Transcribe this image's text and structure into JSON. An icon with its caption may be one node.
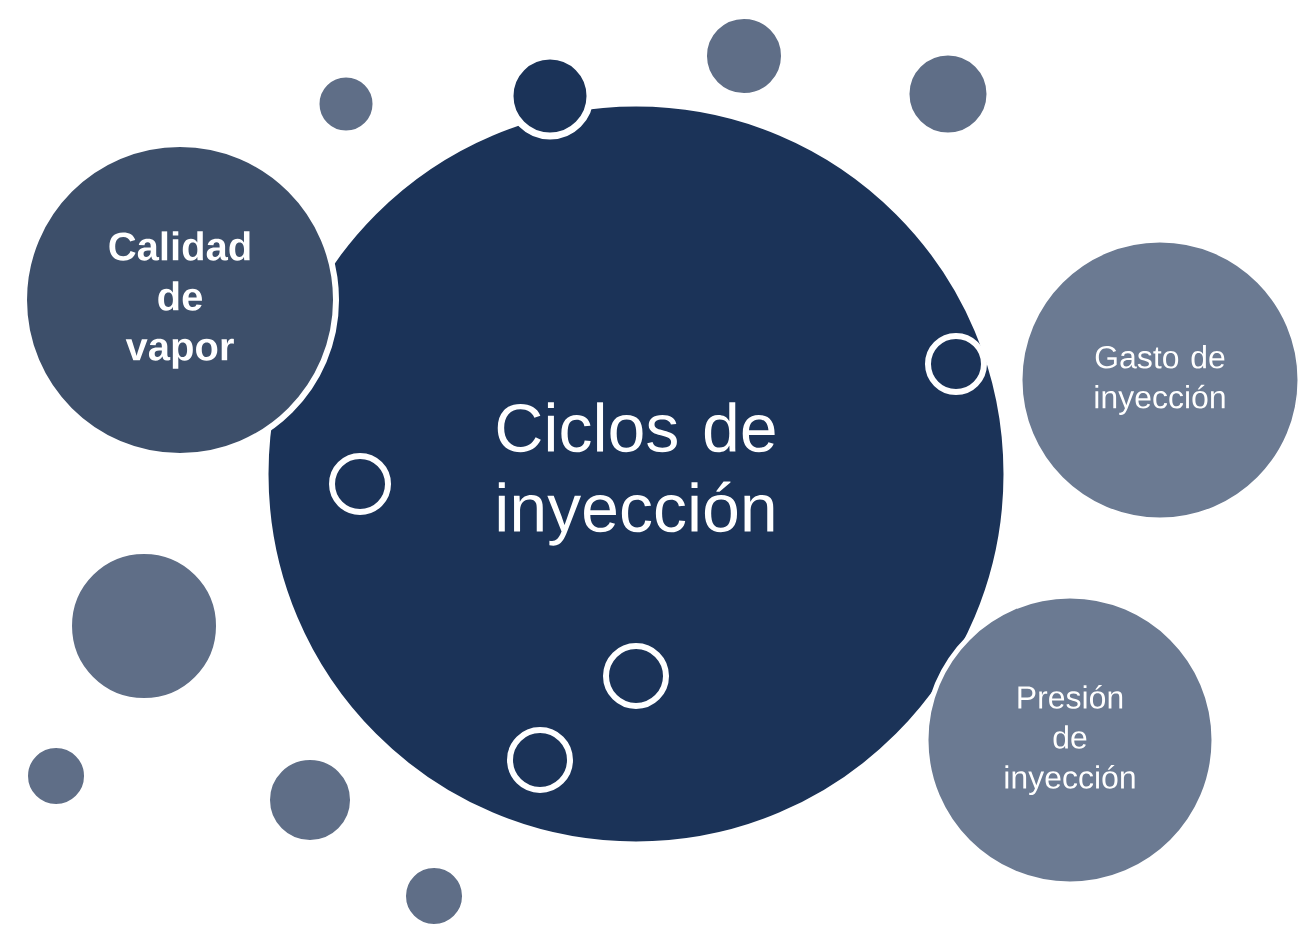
{
  "diagram": {
    "nodes": [
      {
        "text": [
          "Ciclos de inyección"
        ]
      },
      {
        "text": [],
        "shape": "circle"
      },
      {
        "text": [],
        "shape": "circle"
      },
      {
        "text": [],
        "shape": "circle"
      },
      {
        "text": [],
        "shape": "circle"
      },
      {
        "text": [
          "Calidad de vapor"
        ]
      },
      {
        "text": [],
        "shape": "circle",
        "in": 0
      },
      {
        "text": [
          "Gasto de inyección"
        ]
      },
      {
        "text": [],
        "shape": "circle",
        "in": 0
      },
      {
        "text": [],
        "shape": "circle"
      },
      {
        "text": [],
        "shape": "circle",
        "in": 0
      },
      {
        "text": [
          "Presión de inyección"
        ]
      },
      {
        "text": [],
        "shape": "circle",
        "in": 0
      },
      {
        "text": [],
        "shape": "circle"
      },
      {
        "text": [],
        "shape": "circle"
      },
      {
        "text": [],
        "shape": "circle"
      }
    ]
  }
}
